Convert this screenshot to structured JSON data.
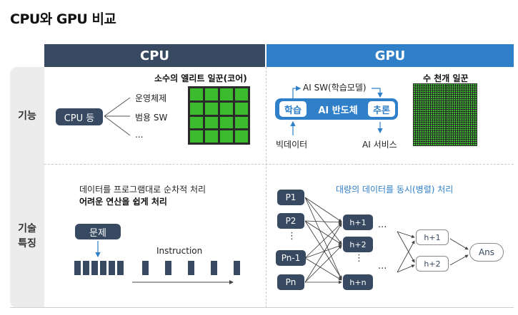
{
  "title": "CPU와 GPU 비교",
  "headers": {
    "cpu": "CPU",
    "gpu": "GPU"
  },
  "rows": {
    "function": "기능",
    "tech_line1": "기술",
    "tech_line2": "특징"
  },
  "cpu_function": {
    "core_title": "소수의 엘리트 일꾼(코어)",
    "pill": "CPU 등",
    "items": [
      "운영체제",
      "범용 SW",
      "..."
    ]
  },
  "gpu_function": {
    "core_title": "수 천개 일꾼",
    "top_label": "AI SW(학습모델)",
    "learn": "학습",
    "semiconductor": "AI 반도체",
    "infer": "추론",
    "bigdata": "빅데이터",
    "ai_service": "AI 서비스"
  },
  "cpu_tech": {
    "line1": "데이터를 프로그램대로 순차적 처리",
    "line2": "어려운 연산을 쉽게 처리",
    "problem": "문제",
    "instruction": "Instruction"
  },
  "gpu_tech": {
    "caption": "대량의 데이터를 동시(병렬) 처리",
    "p_labels": [
      "P1",
      "P2",
      "Pn-1",
      "Pn"
    ],
    "vdots": "⋮",
    "h_labels": [
      "h+1",
      "h+2",
      "h+n"
    ],
    "h2_labels": [
      "h+1",
      "h+2"
    ],
    "ellipsis": "···",
    "ans": "Ans"
  },
  "colors": {
    "navy": "#374a62",
    "blue": "#2f7fc9",
    "green": "#3dbb2e"
  }
}
